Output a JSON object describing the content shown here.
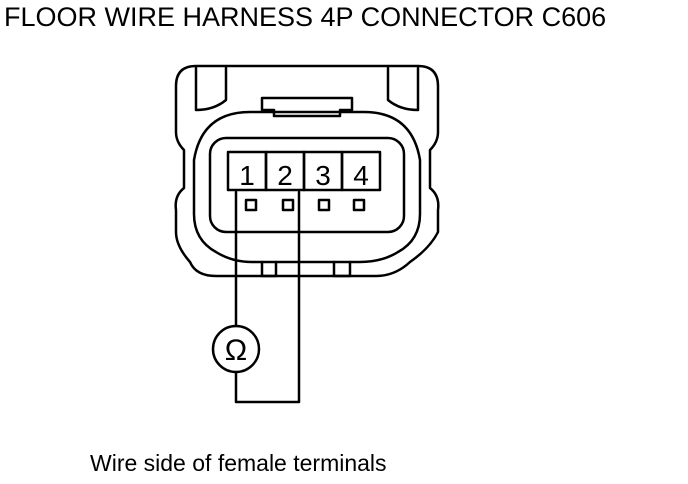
{
  "title": "FLOOR WIRE HARNESS 4P CONNECTOR C606",
  "caption": "Wire side of female terminals",
  "pins": [
    {
      "label": "1"
    },
    {
      "label": "2"
    },
    {
      "label": "3"
    },
    {
      "label": "4"
    }
  ],
  "meter": {
    "symbol": "Ω",
    "icon": "ohmmeter-icon"
  },
  "probed_pins": [
    "1",
    "2"
  ],
  "colors": {
    "line": "#000000",
    "background": "#ffffff"
  }
}
